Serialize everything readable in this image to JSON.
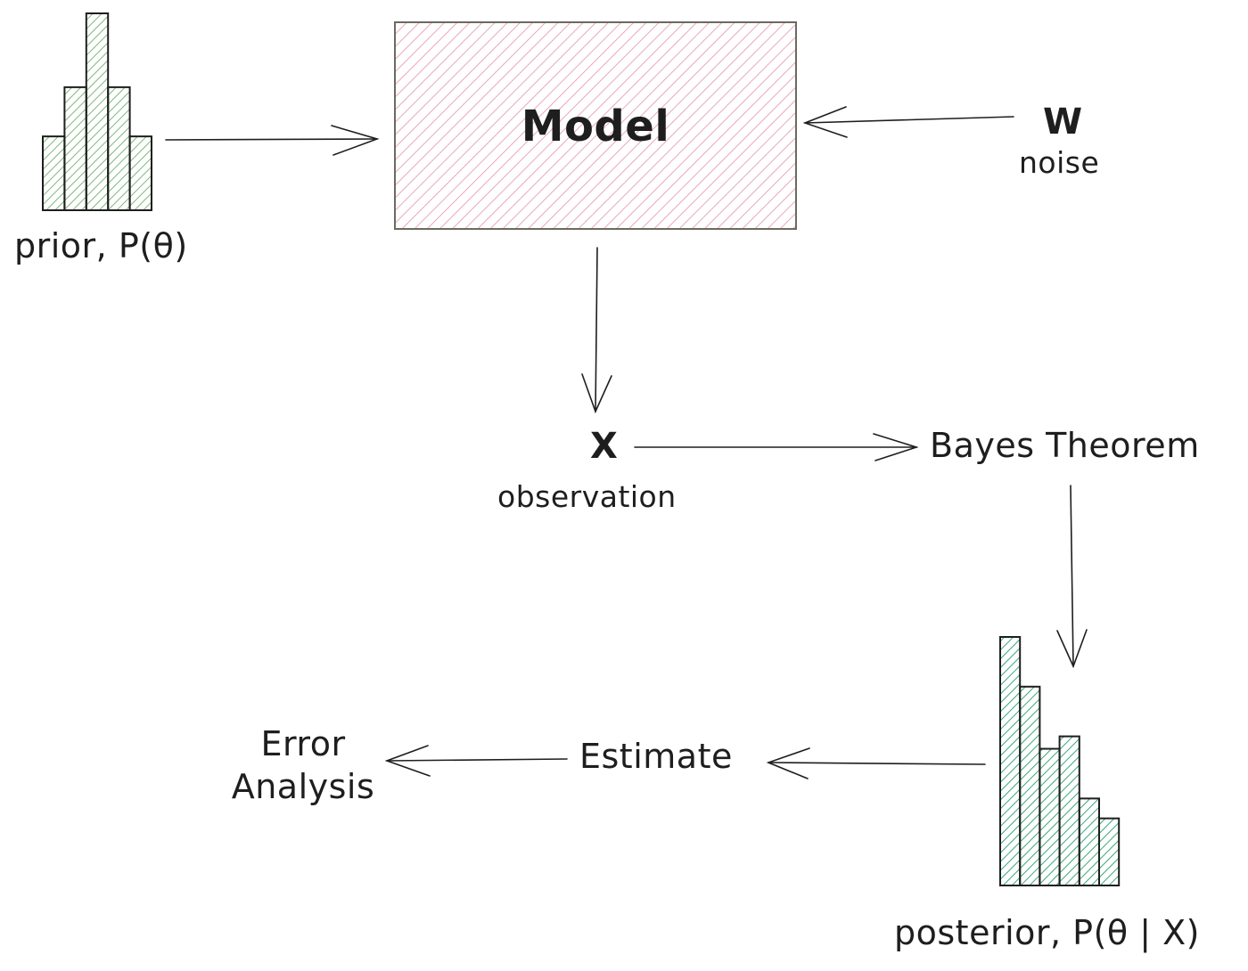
{
  "model": {
    "title": "Model"
  },
  "noise_input": {
    "symbol": "W",
    "label": "noise"
  },
  "prior": {
    "label": "prior, P(θ)",
    "bars": [
      3,
      5,
      8,
      5,
      3
    ]
  },
  "observation": {
    "symbol": "X",
    "label": "observation"
  },
  "bayes": {
    "label": "Bayes Theorem"
  },
  "posterior": {
    "label": "posterior, P(θ | X)",
    "bars": [
      10,
      8,
      5.5,
      6,
      3.5,
      2.7
    ]
  },
  "estimate": {
    "label": "Estimate"
  },
  "error_analysis": {
    "line1": "Error",
    "line2": "Analysis"
  },
  "colors": {
    "model_fill": "#f2c6d3",
    "prior_hatch": "#8fbf8c",
    "posterior_hatch": "#4fb58d",
    "stroke": "#1e1e1e"
  }
}
